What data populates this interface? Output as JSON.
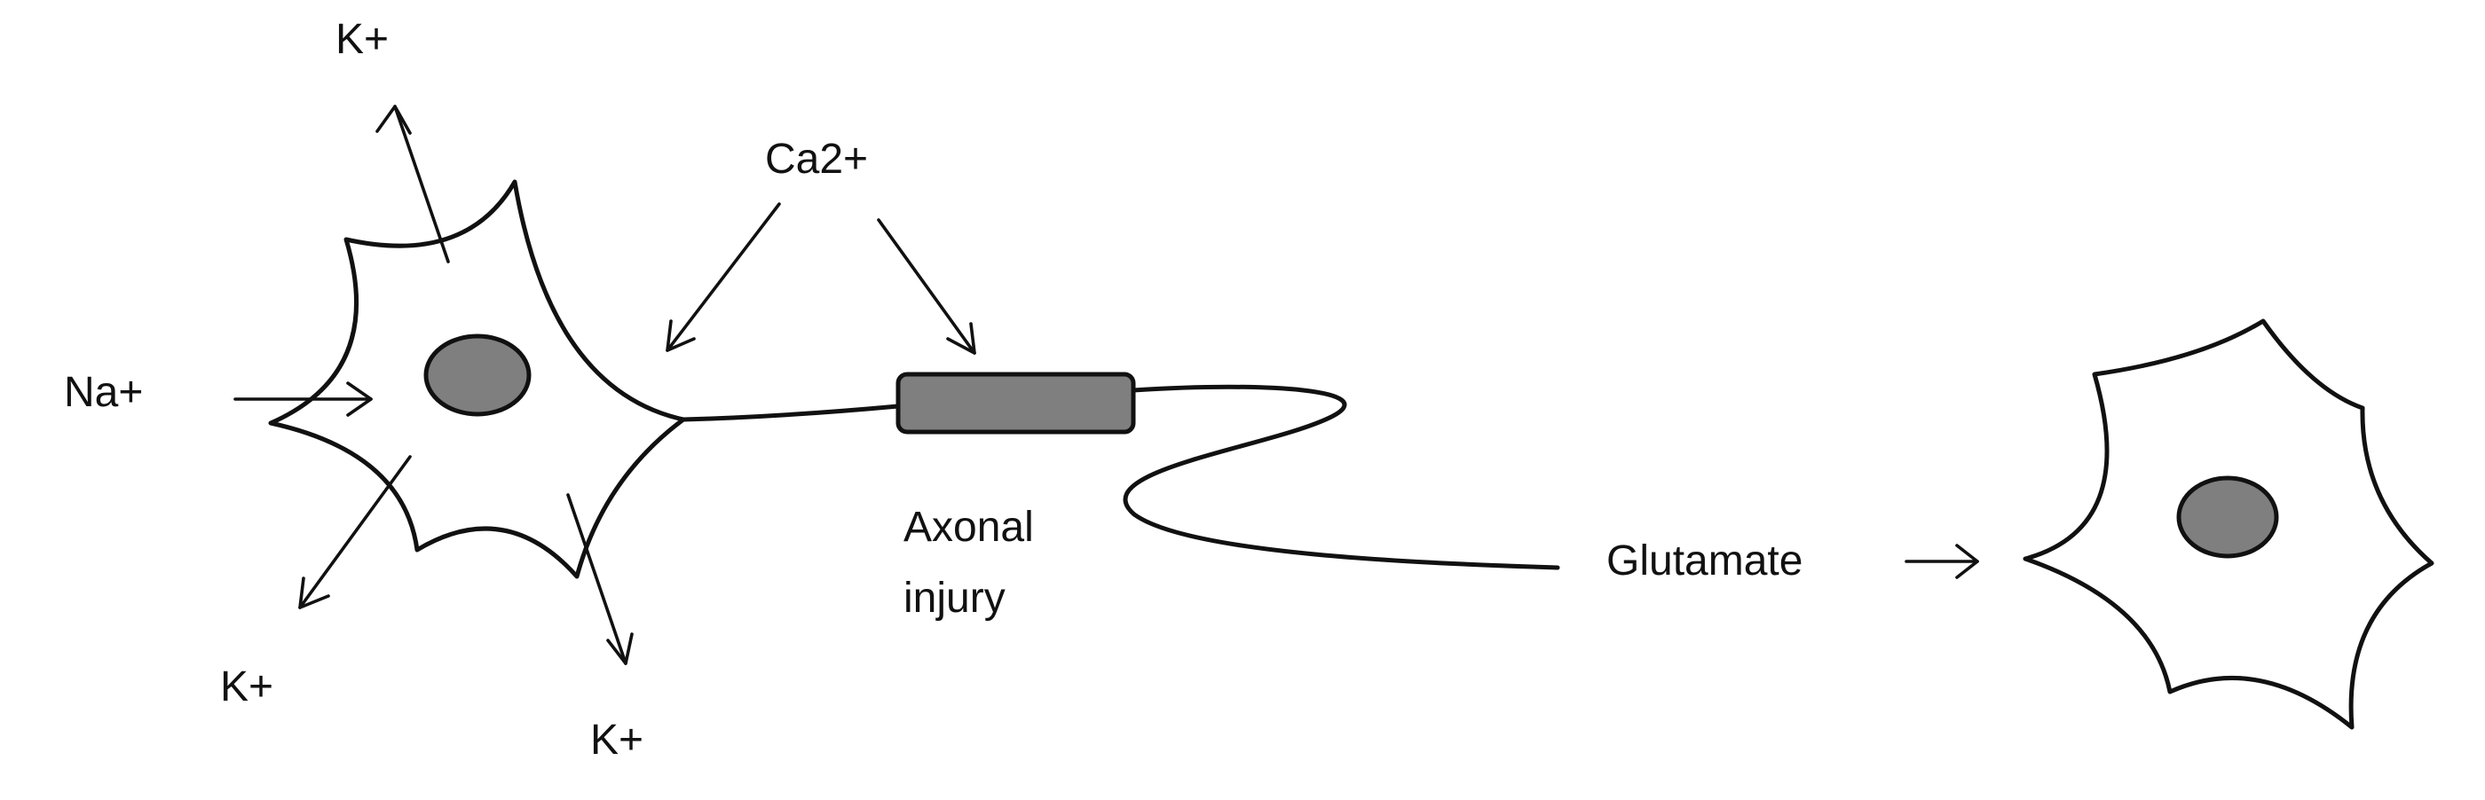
{
  "labels": {
    "k_top": "K+",
    "ca": "Ca2+",
    "na": "Na+",
    "k_bottom_left": "K+",
    "k_bottom_center": "K+",
    "axonal_line1": "Axonal",
    "axonal_line2": "injury",
    "glutamate": "Glutamate"
  },
  "colors": {
    "line": "#111111",
    "nucleus_fill": "#7f7f7f",
    "injury_fill": "#7f7f7f",
    "cell_fill": "#ffffff",
    "background": "#ffffff"
  }
}
